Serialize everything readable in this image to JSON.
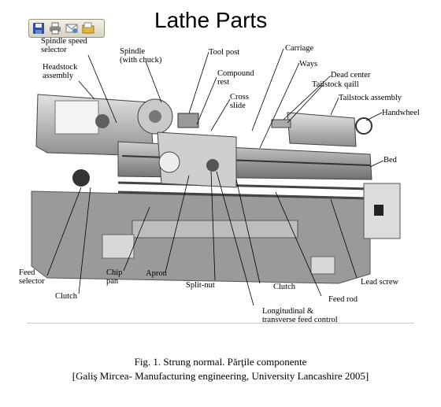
{
  "title": "Lathe Parts",
  "toolbar": {
    "buttons": [
      {
        "name": "save-icon"
      },
      {
        "name": "print-icon"
      },
      {
        "name": "email-icon"
      },
      {
        "name": "open-folder-icon"
      }
    ]
  },
  "labels": {
    "spindle_speed_selector": "Spindle speed\nselector",
    "headstock_assembly": "Headstock\nassembly",
    "spindle": "Spindle\n(with chuck)",
    "tool_post": "Tool post",
    "compound_rest": "Compound\nrest",
    "cross_slide": "Cross\nslide",
    "carriage": "Carriage",
    "ways": "Ways",
    "dead_center": "Dead center",
    "tailstock_quill": "Tailstock qaill",
    "tailstock_assembly": "Tailstock assembly",
    "handwheel": "Handwheel",
    "bed": "Bed",
    "feed_selector": "Feed\nselector",
    "chip_pan": "Chip\npan",
    "apron": "Apron",
    "split_nut": "Split-nut",
    "clutch_left": "Clutch",
    "clutch_right": "Clutch",
    "lead_screw": "Lead screw",
    "feed_rod": "Feed rod",
    "longitudinal_control": "Longitudinal &\ntransverse feed control"
  },
  "caption": {
    "line1": "Fig. 1. Strung normal. Părţile componente",
    "line2": "[Galiş Mircea- Manufacturing engineering, University Lancashire 2005]"
  }
}
